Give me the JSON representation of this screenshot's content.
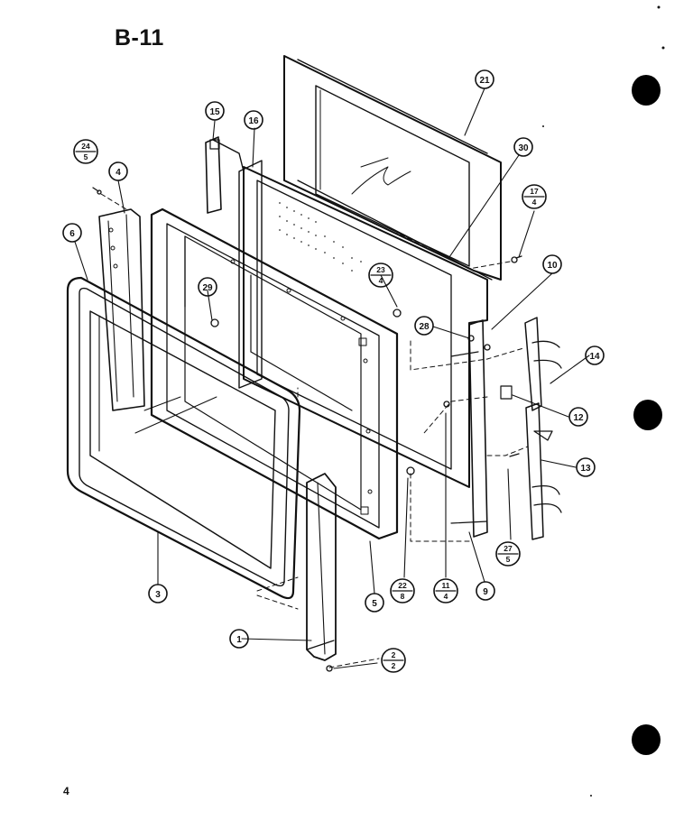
{
  "header": {
    "title": "B-11"
  },
  "footer": {
    "page_number": "4"
  },
  "callouts": [
    {
      "id": "21",
      "label": "21"
    },
    {
      "id": "30",
      "label": "30"
    },
    {
      "id": "15",
      "label": "15"
    },
    {
      "id": "16",
      "label": "16"
    },
    {
      "id": "4",
      "label": "4"
    },
    {
      "id": "6",
      "label": "6"
    },
    {
      "id": "29",
      "label": "29"
    },
    {
      "id": "10",
      "label": "10"
    },
    {
      "id": "28",
      "label": "28"
    },
    {
      "id": "14",
      "label": "14"
    },
    {
      "id": "12",
      "label": "12"
    },
    {
      "id": "13",
      "label": "13"
    },
    {
      "id": "3",
      "label": "3"
    },
    {
      "id": "5",
      "label": "5"
    },
    {
      "id": "9",
      "label": "9"
    },
    {
      "id": "1",
      "label": "1"
    }
  ],
  "split_callouts": [
    {
      "id": "24-5",
      "top": "24",
      "bottom": "5"
    },
    {
      "id": "17-4",
      "top": "17",
      "bottom": "4"
    },
    {
      "id": "23-4",
      "top": "23",
      "bottom": "4"
    },
    {
      "id": "27-5",
      "top": "27",
      "bottom": "5"
    },
    {
      "id": "22-8",
      "top": "22",
      "bottom": "8"
    },
    {
      "id": "11-4",
      "top": "11",
      "bottom": "4"
    },
    {
      "id": "2-2",
      "top": "2",
      "bottom": "2"
    }
  ]
}
